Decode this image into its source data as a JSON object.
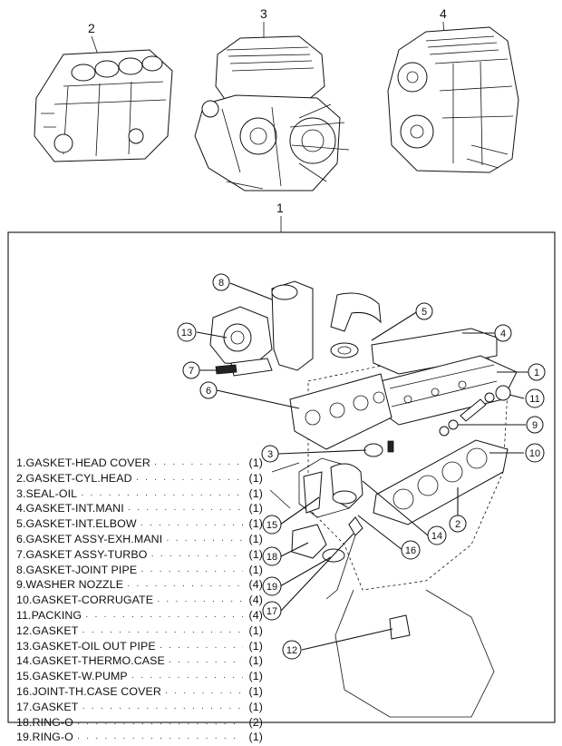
{
  "assemblies": [
    {
      "number": "2",
      "label": "2"
    },
    {
      "number": "3",
      "label": "3"
    },
    {
      "number": "4",
      "label": "4"
    },
    {
      "number": "1",
      "label": "1"
    }
  ],
  "callouts": [
    "1",
    "2",
    "3",
    "4",
    "5",
    "6",
    "7",
    "8",
    "9",
    "10",
    "11",
    "12",
    "13",
    "14",
    "15",
    "16",
    "17",
    "18",
    "19"
  ],
  "parts_list": [
    {
      "name": "1.GASKET-HEAD COVER",
      "qty": "(1)"
    },
    {
      "name": "2.GASKET-CYL.HEAD",
      "qty": "(1)"
    },
    {
      "name": "3.SEAL-OIL",
      "qty": "(1)"
    },
    {
      "name": "4.GASKET-INT.MANI",
      "qty": "(1)"
    },
    {
      "name": "5.GASKET-INT.ELBOW",
      "qty": "(1)"
    },
    {
      "name": "6.GASKET ASSY-EXH.MANI",
      "qty": "(1)"
    },
    {
      "name": "7.GASKET ASSY-TURBO",
      "qty": "(1)"
    },
    {
      "name": "8.GASKET-JOINT PIPE",
      "qty": "(1)"
    },
    {
      "name": "9.WASHER NOZZLE",
      "qty": "(4)"
    },
    {
      "name": "10.GASKET-CORRUGATE",
      "qty": "(4)"
    },
    {
      "name": "11.PACKING",
      "qty": "(4)"
    },
    {
      "name": "12.GASKET",
      "qty": "(1)"
    },
    {
      "name": "13.GASKET-OIL OUT PIPE",
      "qty": "(1)"
    },
    {
      "name": "14.GASKET-THERMO.CASE",
      "qty": "(1)"
    },
    {
      "name": "15.GASKET-W.PUMP",
      "qty": "(1)"
    },
    {
      "name": "16.JOINT-TH.CASE COVER",
      "qty": "(1)"
    },
    {
      "name": "17.GASKET",
      "qty": "(1)"
    },
    {
      "name": "18.RING-O",
      "qty": "(2)"
    },
    {
      "name": "19.RING-O",
      "qty": "(1)"
    }
  ]
}
